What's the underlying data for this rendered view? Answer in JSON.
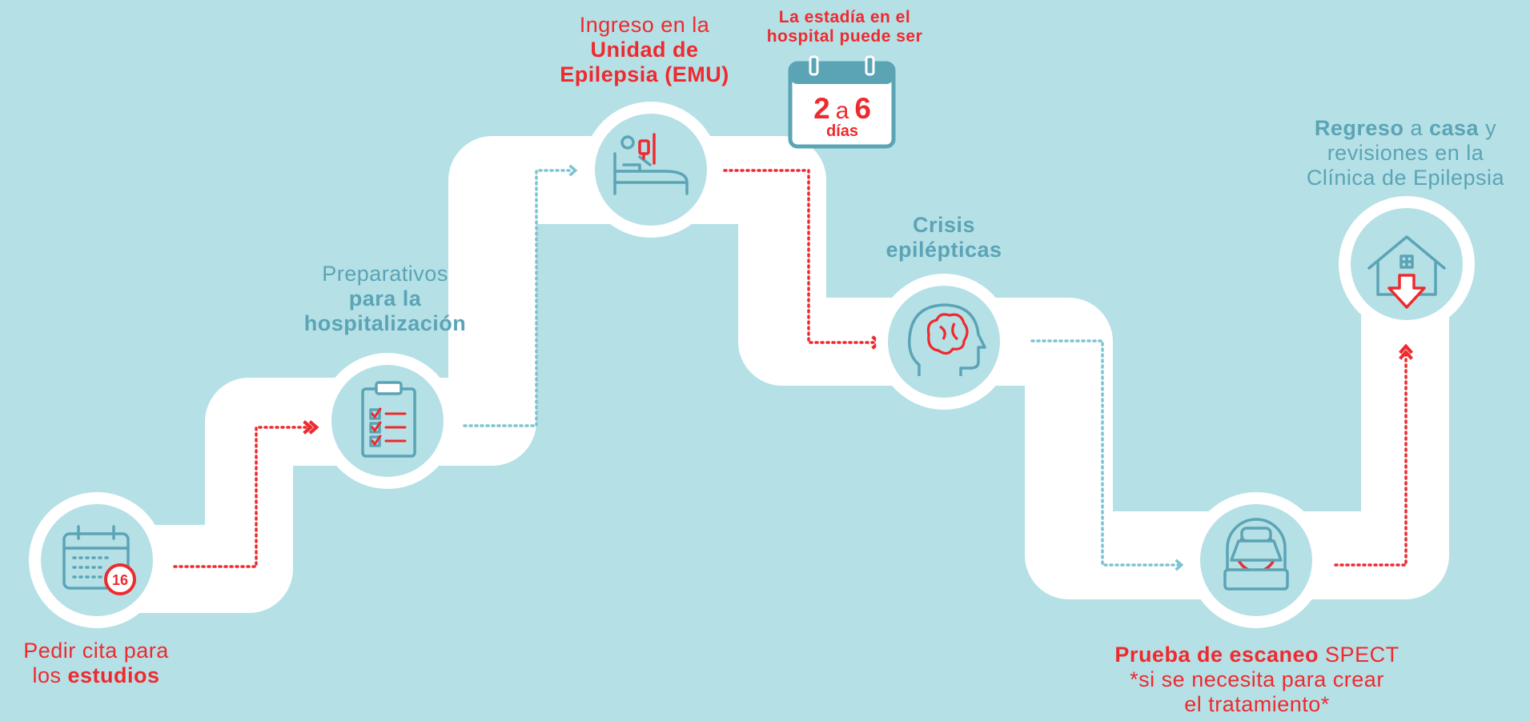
{
  "colors": {
    "background": "#b5e0e6",
    "path": "#ffffff",
    "node_fill": "#b5e0e6",
    "accent_red": "#ee2a2e",
    "accent_teal": "#5ba4b6"
  },
  "steps": [
    {
      "id": "appointment",
      "icon": "calendar-icon",
      "badge": "16",
      "label": {
        "a": "Pedir cita para",
        "b": "los ",
        "c": "estudios"
      }
    },
    {
      "id": "preparation",
      "icon": "clipboard-checklist-icon",
      "label": {
        "a": "Preparativos",
        "b": "para la",
        "c": "hospitalización"
      }
    },
    {
      "id": "admission",
      "icon": "hospital-bed-icon",
      "label": {
        "a": "Ingreso en la",
        "b": "Unidad de",
        "c": "Epilepsia (EMU)"
      }
    },
    {
      "id": "seizures",
      "icon": "brain-head-icon",
      "label": {
        "a": "Crisis",
        "b": "epilépticas"
      }
    },
    {
      "id": "spect",
      "icon": "scanner-icon",
      "label": {
        "a": "Prueba de escaneo",
        "b": " SPECT",
        "c": "*si se necesita para crear",
        "d": "el tratamiento*"
      }
    },
    {
      "id": "home",
      "icon": "home-arrow-icon",
      "label": {
        "a1": "Regreso",
        "a2": " a ",
        "a3": "casa",
        "a4": " y",
        "b": "revisiones en la",
        "c": "Clínica de Epilepsia"
      }
    }
  ],
  "stay": {
    "title1": "La estadía en el",
    "title2": "hospital puede ser",
    "min": "2",
    "connector": "a",
    "max": "6",
    "unit": "días"
  }
}
